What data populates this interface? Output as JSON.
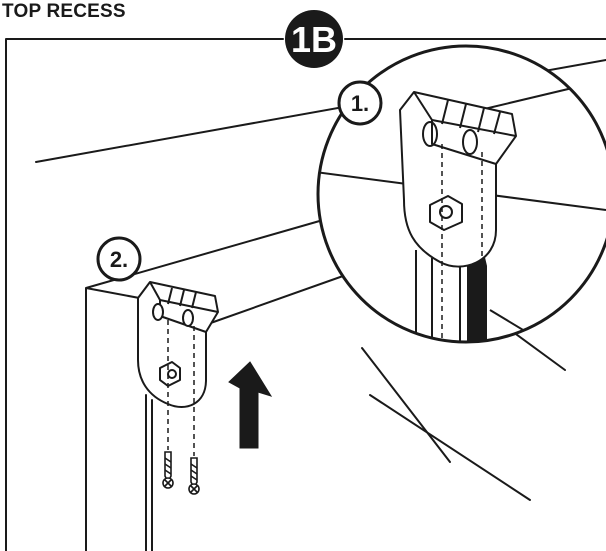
{
  "header": {
    "title": "TOP RECESS"
  },
  "badge": {
    "label": "1B",
    "fill": "#1a1a1a",
    "text_color": "#ffffff"
  },
  "steps": [
    {
      "label": "1."
    },
    {
      "label": "2."
    }
  ],
  "colors": {
    "line": "#1a1a1a",
    "background": "#ffffff"
  }
}
